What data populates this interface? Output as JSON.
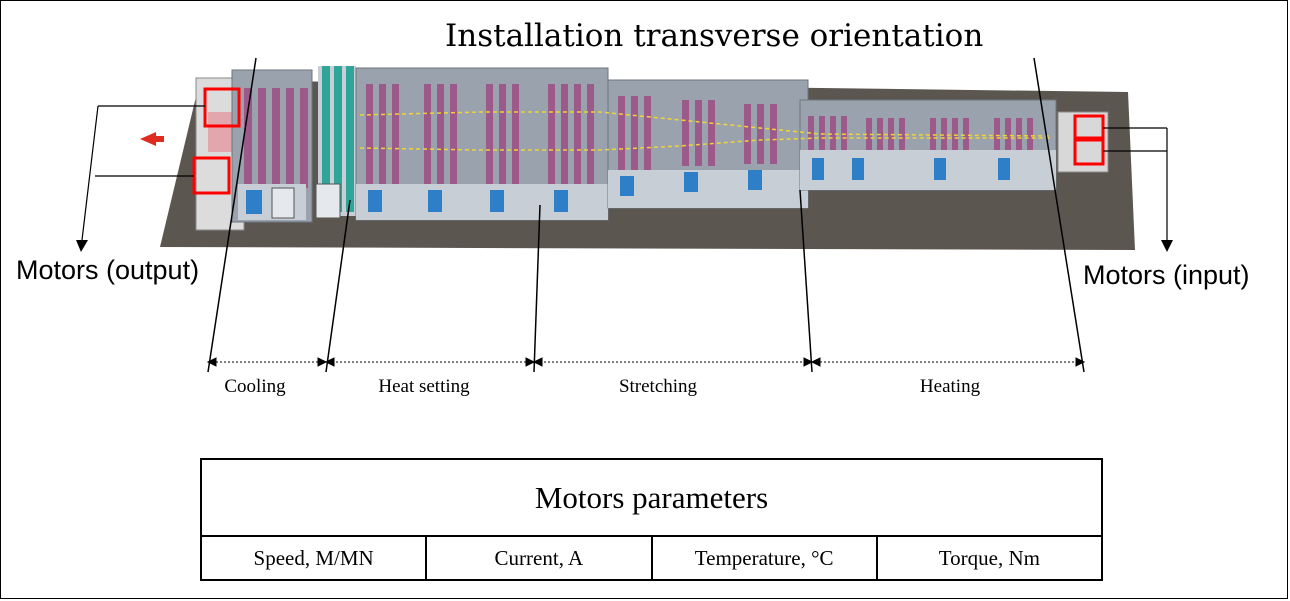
{
  "title": "Installation transverse orientation",
  "motors": {
    "output_label": "Motors (output)",
    "input_label": "Motors (input)"
  },
  "sections": [
    "Cooling",
    "Heat setting",
    "Stretching",
    "Heating"
  ],
  "parameters": {
    "title": "Motors parameters",
    "columns": [
      "Speed, M/MN",
      "Current, A",
      "Temperature, °C",
      "Torque, Nm"
    ]
  },
  "colors": {
    "floor": "#5b5650",
    "oven_body": "#9aa3ad",
    "oven_panel": "#c7ced6",
    "rollers": "#9c5a8a",
    "blue_panel": "#2f7fc8",
    "cooler_pipe": "#2fa59a",
    "highlight_box": "#ff0000",
    "film_path": "#f0d23a"
  }
}
